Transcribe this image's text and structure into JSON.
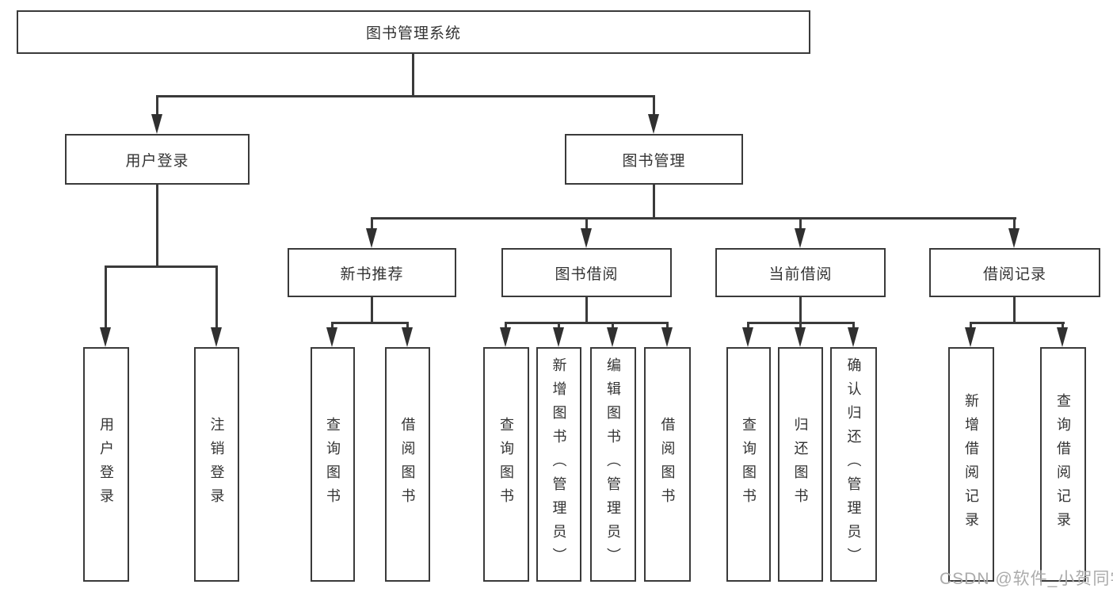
{
  "diagram": {
    "root": "图书管理系统",
    "level2": {
      "login": "用户登录",
      "manage": "图书管理"
    },
    "level3": {
      "recommend": "新书推荐",
      "borrow": "图书借阅",
      "current": "当前借阅",
      "records": "借阅记录"
    },
    "leaves": {
      "login": [
        "用户登录",
        "注销登录"
      ],
      "recommend": [
        "查询图书",
        "借阅图书"
      ],
      "borrow": [
        "查询图书",
        "新增图书（管理员）",
        "编辑图书（管理员）",
        "借阅图书"
      ],
      "current": [
        "查询图书",
        "归还图书",
        "确认归还（管理员）"
      ],
      "records": [
        "新增借阅记录",
        "查询借阅记录"
      ]
    }
  },
  "watermark": "CSDN @软件_小贺同学",
  "colors": {
    "line": "#3a3a3a",
    "arrow": "#303030",
    "text": "#333333",
    "box_fill": "#ffffff",
    "background": "#ffffff",
    "watermark": "#ababab"
  }
}
